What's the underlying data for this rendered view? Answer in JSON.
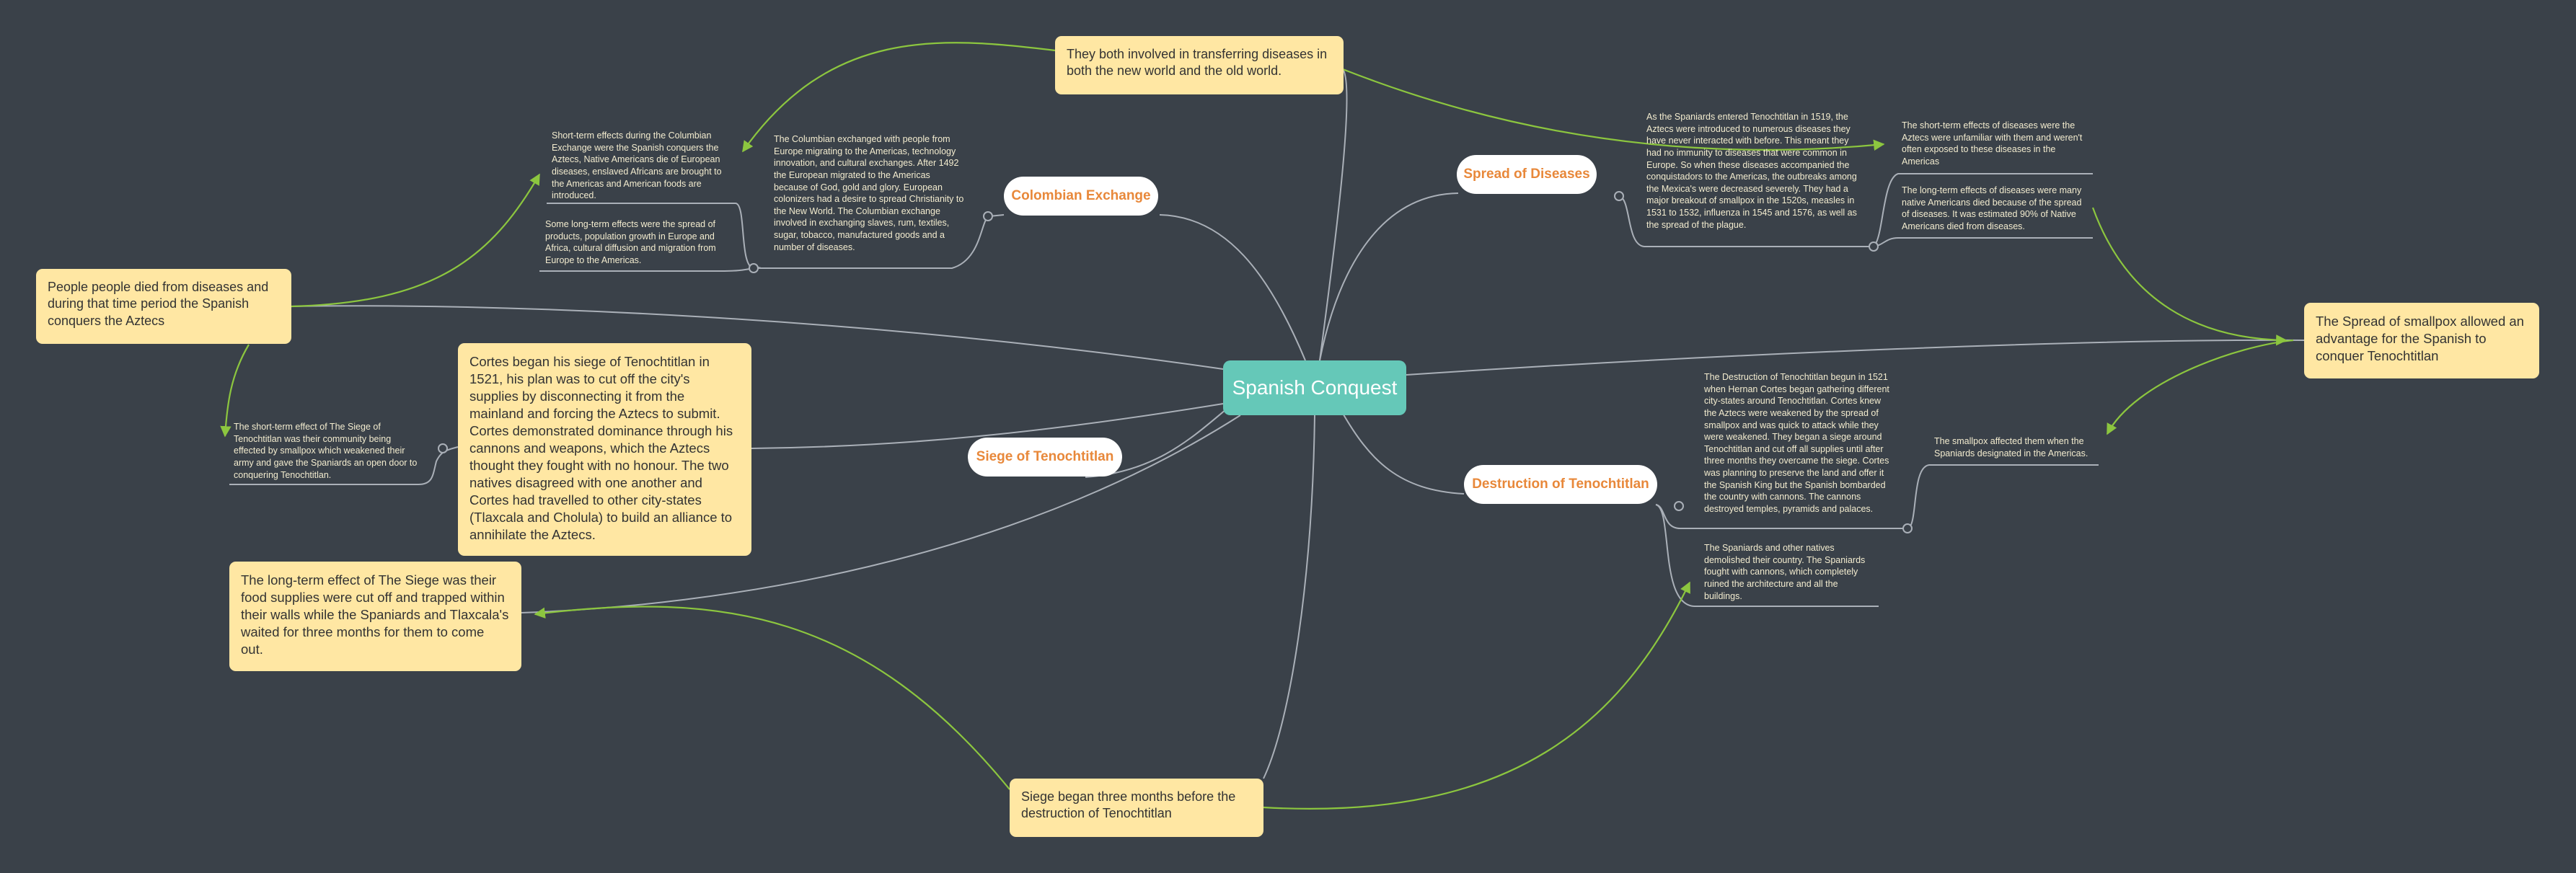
{
  "central": {
    "label": "Spanish Conquest"
  },
  "topics": {
    "colombian_exchange": "Colombian Exchange",
    "spread_of_diseases": "Spread of Diseases",
    "siege": "Siege of Tenochtitlan",
    "destruction": "Destruction of Tenochtitlan"
  },
  "callouts": {
    "transfer_diseases": "They both involved in transferring diseases in both the new world and the old world.",
    "people_died": "People people died from diseases and during that time period the Spanish conquers the Aztecs",
    "cortes_siege": "Cortes began his siege of Tenochtitlan in 1521, his plan was to cut off the city's supplies by disconnecting it from the mainland and forcing the Aztecs to submit.  Cortes demonstrated dominance through his cannons and weapons, which the Aztecs thought they fought with no honour. The two natives disagreed with one another and Cortes had travelled to other city-states (Tlaxcala and Cholula) to build an alliance to annihilate the Aztecs.",
    "long_term_siege": "The long-term effect of The Siege was their food supplies were cut off and trapped within their walls while the Spaniards and Tlaxcala's waited for three months for them to come out.",
    "siege_three_months": "Siege began three months before the destruction of Tenochtitlan",
    "smallpox_advantage": "The Spread of smallpox allowed an advantage for the Spanish to conquer Tenochtitlan"
  },
  "notes": {
    "ce_short_term": "Short-term effects during the Columbian Exchange were the Spanish conquers the Aztecs, Native Americans die of European diseases, enslaved Africans are brought to the Americas and American foods are introduced.",
    "ce_long_term": "Some long-term effects were the spread of products, population growth in Europe and Africa, cultural diffusion and migration from Europe to the Americas.",
    "ce_description": "The Columbian exchanged with people from Europe migrating to the Americas, technology innovation, and cultural exchanges. After 1492 the European migrated to the Americas because of God, gold and glory. European colonizers had a desire to spread Christianity to the New World. The Columbian exchange involved in exchanging slaves, rum, textiles, sugar, tobacco, manufactured goods and a number of diseases.",
    "diseases_description": "As the Spaniards entered Tenochtitlan in 1519, the Aztecs were introduced to numerous diseases they have never interacted with before. This meant they had no immunity to diseases that were common in Europe. So when these diseases accompanied the conquistadors to the Americas, the outbreaks among the Mexica's were decreased severely. They had a major breakout of smallpox in the 1520s, measles in 1531 to 1532, influenza in 1545 and 1576, as well as the spread of the plague.",
    "diseases_short_term": "The short-term effects of diseases were the Aztecs were unfamiliar with them and weren't often exposed to these diseases in the Americas",
    "diseases_long_term": "The long-term effects of diseases were many native Americans died because of the spread of diseases. It was estimated 90% of Native Americans died from diseases.",
    "siege_short_term": "The short-term effect of The Siege of Tenochtitlan was their community being effected by smallpox which weakened their army and gave the Spaniards an open door to conquering Tenochtitlan.",
    "destruction_description": "The Destruction of Tenochtitlan begun in 1521 when Hernan Cortes began gathering different city-states around Tenochtitlan. Cortes knew the Aztecs were weakened by the spread of smallpox and was quick to attack while they were weakened. They began a siege around Tenochtitlan and cut off all supplies until after three months they overcame the siege. Cortes was planning to preserve the land and offer it the Spanish King but the Spanish bombarded the country with cannons. The cannons destroyed temples, pyramids and palaces.",
    "smallpox_affected": "The smallpox affected them when the Spaniards designated in the Americas.",
    "demolished": "The Spaniards and other natives demolished their country. The Spaniards fought with cannons, which completely ruined the architecture and all the buildings."
  },
  "colors": {
    "background": "#3a4149",
    "central": "#65c8b8",
    "callout": "#ffe7a3",
    "topic_text": "#e8883a",
    "branch_line": "#aab0b8",
    "relationship": "#8cc63f"
  }
}
